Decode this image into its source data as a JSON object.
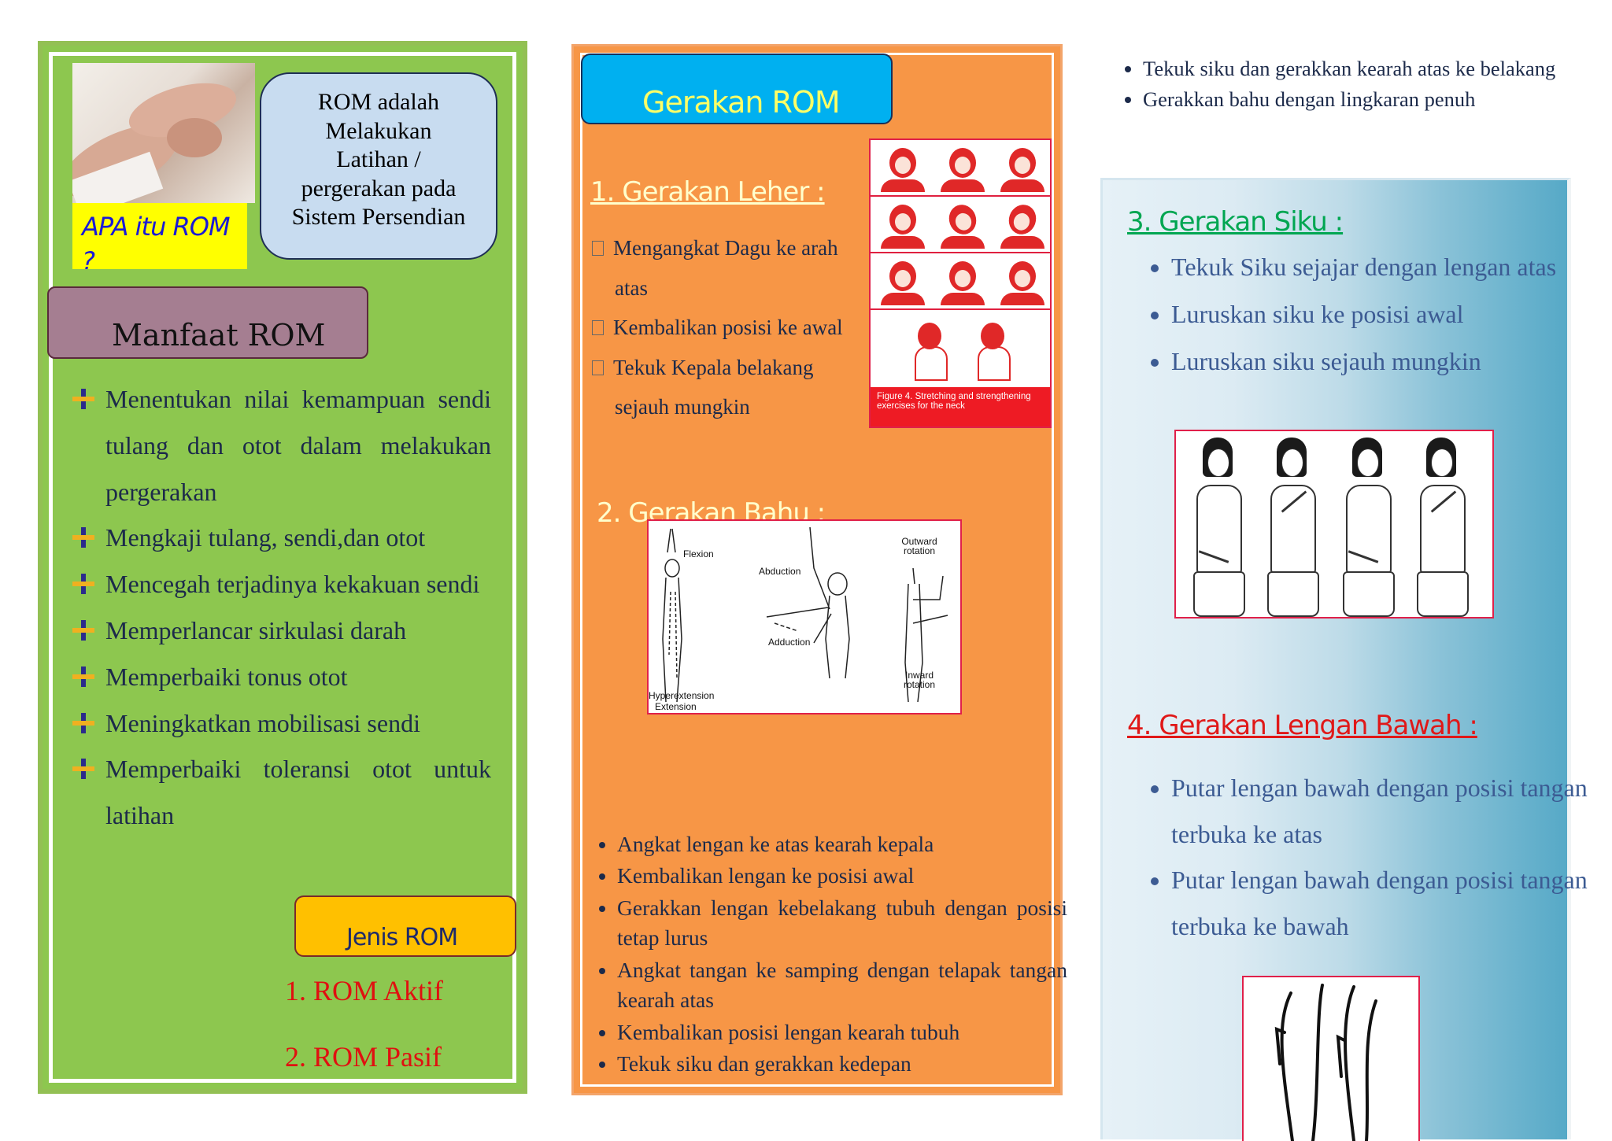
{
  "panel1": {
    "what_is_rom": "APA itu ROM ?",
    "definition": "ROM adalah\nMelakukan\nLatihan /\npergerakan pada\nSistem Persendian",
    "manfaat_title": "Manfaat ROM",
    "benefits": [
      "Menentukan nilai kemampuan sendi tulang dan otot dalam melakukan pergerakan",
      "Mengkaji tulang, sendi,dan otot",
      "Mencegah terjadinya kekakuan sendi",
      "Memperlancar sirkulasi darah",
      "Memperbaiki tonus otot",
      "Meningkatkan mobilisasi sendi",
      "Memperbaiki toleransi otot untuk latihan"
    ],
    "jenis_title": "Jenis ROM",
    "rom_types": [
      "1. ROM Aktif",
      "2. ROM Pasif"
    ]
  },
  "panel2": {
    "title": "Gerakan ROM",
    "leher_heading": "1. Gerakan Leher :",
    "leher_items": [
      "Mengangkat Dagu ke arah",
      "atas",
      "Kembalikan posisi ke awal",
      "Tekuk Kepala belakang",
      "sejauh mungkin"
    ],
    "neck_figure_caption": "Figure 4. Stretching and strengthening exercises for the neck",
    "bahu_heading": "2. Gerakan Bahu :",
    "shoulder_figure_labels": {
      "flexion": "Flexion",
      "abduction": "Abduction",
      "adduction": "Adduction",
      "outward": "Outward rotation",
      "inward": "Inward rotation",
      "hyper": "Hyperextension",
      "extension": "Extension"
    },
    "bahu_items": [
      "Angkat lengan ke atas kearah kepala",
      "Kembalikan lengan ke posisi awal",
      "Gerakkan lengan kebelakang tubuh dengan posisi tetap lurus",
      "Angkat tangan ke samping dengan telapak tangan kearah atas",
      "Kembalikan posisi lengan kearah tubuh",
      "Tekuk siku dan gerakkan kedepan"
    ]
  },
  "panel3": {
    "top_items": [
      "Tekuk siku dan gerakkan kearah atas ke belakang",
      "Gerakkan bahu dengan lingkaran penuh"
    ],
    "siku_heading": "3. Gerakan Siku :",
    "siku_items": [
      "Tekuk Siku sejajar dengan lengan atas",
      "Luruskan siku ke posisi awal",
      "Luruskan siku sejauh mungkin"
    ],
    "lengan_heading": "4. Gerakan Lengan Bawah :",
    "lengan_items": [
      "Putar lengan bawah dengan posisi tangan terbuka ke atas",
      "Putar lengan bawah dengan posisi tangan terbuka ke bawah"
    ]
  },
  "colors": {
    "panel1_bg": "#8dc74f",
    "panel2_bg": "#f79646",
    "panel3_gradient_end": "#56a9c7",
    "rom_type_red": "#e01010",
    "leher_heading": "#ffffcc",
    "siku_heading": "#00a651",
    "lengan_heading": "#e01818"
  }
}
